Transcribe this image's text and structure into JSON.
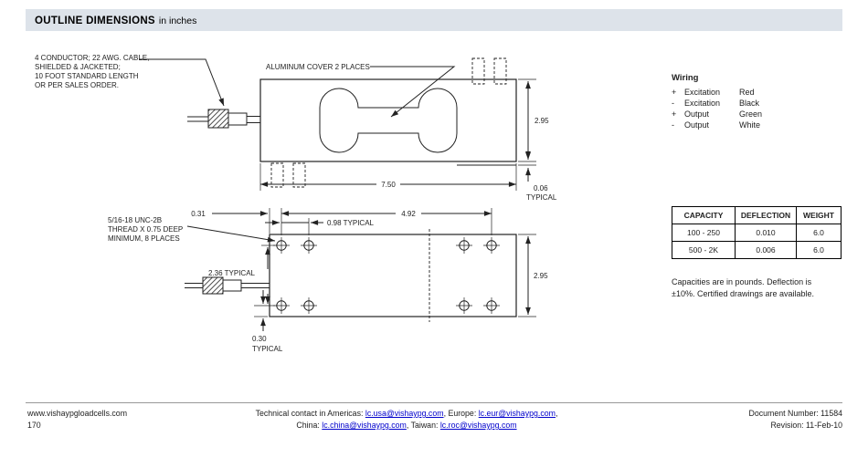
{
  "header": {
    "title": "OUTLINE DIMENSIONS",
    "subtitle": "in inches"
  },
  "colors": {
    "header_bar_bg": "#dde3ea",
    "link_blue": "#0000cc"
  },
  "drawing": {
    "cable_note": [
      "4 CONDUCTOR; 22 AWG. CABLE,",
      "SHIELDED & JACKETED;",
      "10 FOOT STANDARD LENGTH",
      "OR PER SALES ORDER."
    ],
    "cover_label": "ALUMINUM COVER 2 PLACES",
    "thread_note": [
      "5/16-18 UNC-2B",
      "THREAD X 0.75 DEEP",
      "MINIMUM, 8 PLACES"
    ],
    "dims": {
      "height_top": "2.95",
      "length": "7.50",
      "cover_thickness": "0.06",
      "cover_thickness_typ": "TYPICAL",
      "edge_offset": "0.31",
      "hole_span": "4.92",
      "hole_pitch": "0.98 TYPICAL",
      "row_span": "2.36 TYPICAL",
      "height_bottom": "2.95",
      "base_offset": "0.30",
      "base_offset_typ": "TYPICAL"
    }
  },
  "wiring": {
    "title": "Wiring",
    "rows": [
      {
        "sign": "+",
        "name": "Excitation",
        "color": "Red"
      },
      {
        "sign": "-",
        "name": "Excitation",
        "color": "Black"
      },
      {
        "sign": "+",
        "name": "Output",
        "color": "Green"
      },
      {
        "sign": "-",
        "name": "Output",
        "color": "White"
      }
    ]
  },
  "spec_table": {
    "headers": [
      "CAPACITY",
      "DEFLECTION",
      "WEIGHT"
    ],
    "rows": [
      [
        "100 - 250",
        "0.010",
        "6.0"
      ],
      [
        "500 - 2K",
        "0.006",
        "6.0"
      ]
    ]
  },
  "notes": [
    "Capacities are in pounds. Deflection is",
    "±10%. Certified drawings are available."
  ],
  "footer": {
    "website": "www.vishaypgloadcells.com",
    "page_number": "170",
    "contact_line1": {
      "prefix": "Technical contact in Americas: ",
      "link1": "lc.usa@vishaypg.com",
      "mid": ", Europe: ",
      "link2": "lc.eur@vishaypg.com",
      "suffix": ","
    },
    "contact_line2": {
      "prefix": "China: ",
      "link1": "lc.china@vishaypg.com",
      "mid": ", Taiwan: ",
      "link2": "lc.roc@vishaypg.com"
    },
    "document_number": "Document Number: 11584",
    "revision": "Revision: 11-Feb-10"
  }
}
